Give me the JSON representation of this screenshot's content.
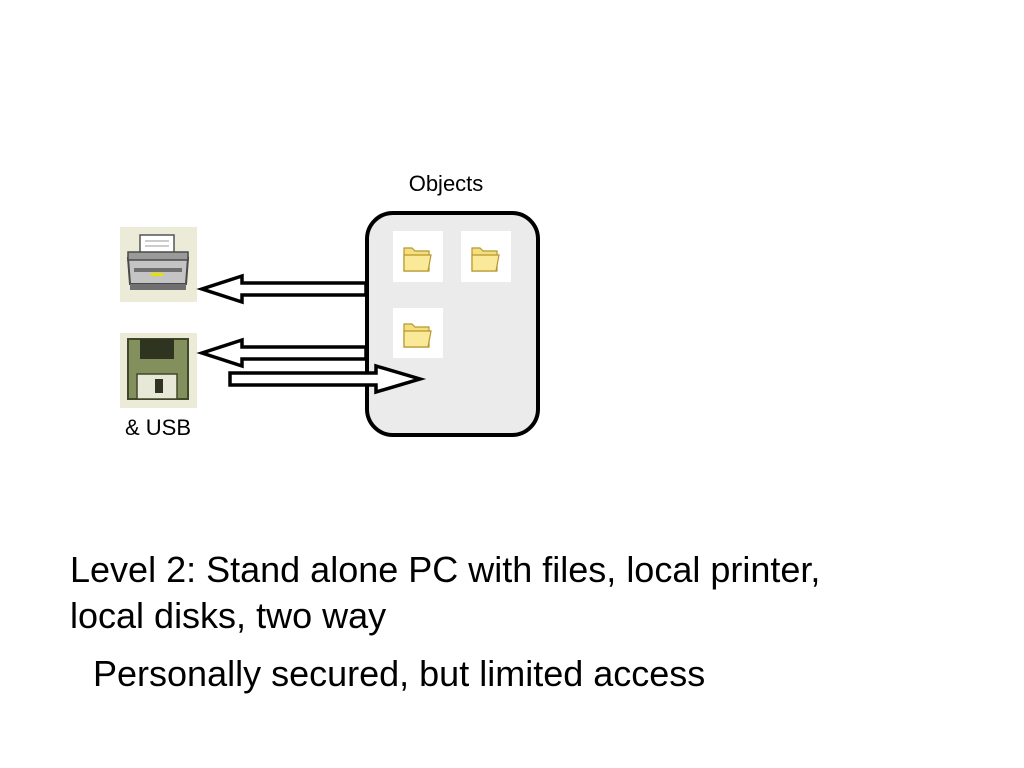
{
  "diagram": {
    "objects_label": "Objects",
    "usb_label": "& USB",
    "caption_line1": "Level 2: Stand alone PC with files, local printer,",
    "caption_line2": "local disks, two way",
    "caption_sub": "Personally secured, but limited access"
  },
  "icons": {
    "printer": "printer-icon",
    "floppy": "floppy-disk-icon",
    "folder": "folder-icon"
  },
  "colors": {
    "container_fill": "#ebebeb",
    "icon_tile": "#ecebd7",
    "folder": "#f5df7c",
    "floppy_body": "#838f5c"
  }
}
